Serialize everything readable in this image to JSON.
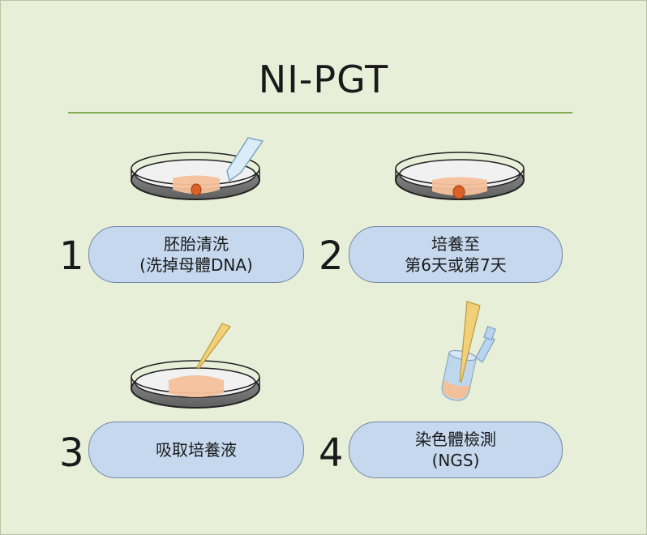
{
  "title": "NI-PGT",
  "steps": [
    {
      "number": "1",
      "line1": "胚胎清洗",
      "line2": "(洗掉母體DNA)"
    },
    {
      "number": "2",
      "line1": "培養至",
      "line2": "第6天或第7天"
    },
    {
      "number": "3",
      "line1": "吸取培養液",
      "line2": ""
    },
    {
      "number": "4",
      "line1": "染色體檢測",
      "line2": "(NGS)"
    }
  ],
  "colors": {
    "background": "#e8efd9",
    "divider": "#7daa4f",
    "pill": "#c5d8ee",
    "embryo_tissue": "#f4c09a",
    "embryo_cell": "#d9622b",
    "pipette_tip": "#f2d079"
  },
  "icons": {
    "step1": "petri-dish-with-pipette",
    "step2": "petri-dish-with-embryo",
    "step3": "petri-dish-with-pipette-tip",
    "step4": "test-tube-with-pipette-tip"
  }
}
